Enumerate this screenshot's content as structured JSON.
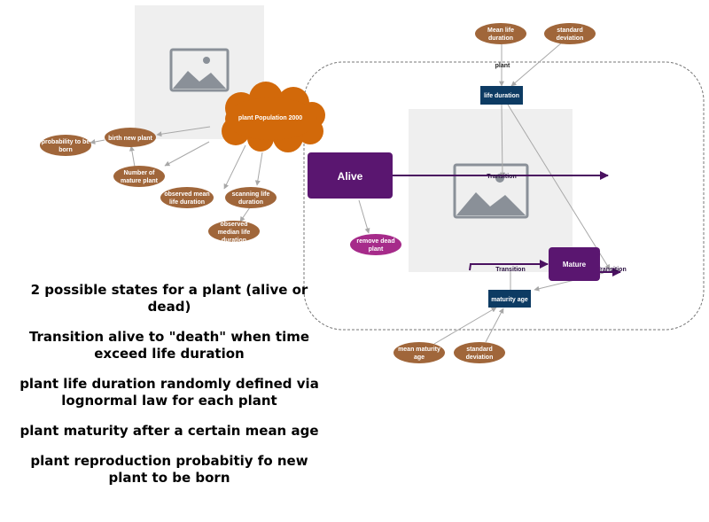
{
  "colors": {
    "brown": "#a0663a",
    "orange_cloud": "#d2690a",
    "dark_blue": "#0d3b63",
    "purple": "#5a1670",
    "magenta": "#a62b8a",
    "arrow_gray": "#a8a8a8",
    "placeholder_bg": "#efefef",
    "placeholder_icon": "#8a9098"
  },
  "population": {
    "label": "plant Population 2000"
  },
  "ovals": {
    "mean_life": [
      "Mean life",
      "duration"
    ],
    "std_dev_top": [
      "standard",
      "deviation"
    ],
    "birth_new_plant": "birth new plant",
    "prob_to_be_born": [
      "probability to be",
      "born"
    ],
    "number_mature": [
      "Number of",
      "mature plant"
    ],
    "observed_mean": [
      "observed mean",
      "life duration"
    ],
    "scanning_life": [
      "scanning life",
      "duration"
    ],
    "observed_median": [
      "observed",
      "median life",
      "duration"
    ],
    "mean_maturity": [
      "mean maturity",
      "age"
    ],
    "std_dev_bottom": [
      "standard",
      "deviation"
    ],
    "remove_dead": [
      "remove dead",
      "plant"
    ]
  },
  "agent_label": "plant",
  "parameters": {
    "life_duration": "life duration",
    "maturity_age": "maturity age"
  },
  "states": {
    "alive": "Alive",
    "mature": "Mature"
  },
  "transitions": {
    "alive_to_death": "Transition",
    "to_mature": "Transition",
    "mature_out": "Transition"
  },
  "notes": [
    "2 possible states for a plant (alive or dead)",
    "Transition alive to \"death\" when time exceed life duration",
    "plant life duration randomly defined via lognormal law for each plant",
    "plant maturity after a certain mean age",
    "plant reproduction probabitiy fo new plant to be born"
  ]
}
